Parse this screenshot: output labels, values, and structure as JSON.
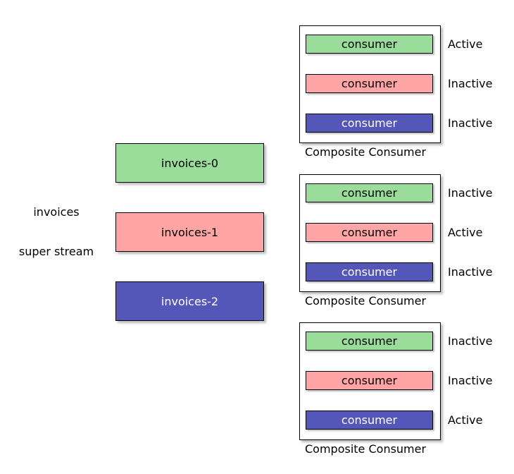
{
  "colors": {
    "green": "#9ADC9A",
    "pink": "#FFA5A5",
    "blue": "#5456B8"
  },
  "super_stream": {
    "name": "invoices",
    "kind": "super stream",
    "partitions": [
      {
        "label": "invoices-0",
        "color": "green"
      },
      {
        "label": "invoices-1",
        "color": "pink"
      },
      {
        "label": "invoices-2",
        "color": "blue"
      }
    ]
  },
  "composites": [
    {
      "caption": "Composite Consumer",
      "consumers": [
        {
          "label": "consumer",
          "color": "green",
          "status": "Active"
        },
        {
          "label": "consumer",
          "color": "pink",
          "status": "Inactive"
        },
        {
          "label": "consumer",
          "color": "blue",
          "status": "Inactive"
        }
      ]
    },
    {
      "caption": "Composite Consumer",
      "consumers": [
        {
          "label": "consumer",
          "color": "green",
          "status": "Inactive"
        },
        {
          "label": "consumer",
          "color": "pink",
          "status": "Active"
        },
        {
          "label": "consumer",
          "color": "blue",
          "status": "Inactive"
        }
      ]
    },
    {
      "caption": "Composite Consumer",
      "consumers": [
        {
          "label": "consumer",
          "color": "green",
          "status": "Inactive"
        },
        {
          "label": "consumer",
          "color": "pink",
          "status": "Inactive"
        },
        {
          "label": "consumer",
          "color": "blue",
          "status": "Active"
        }
      ]
    }
  ]
}
